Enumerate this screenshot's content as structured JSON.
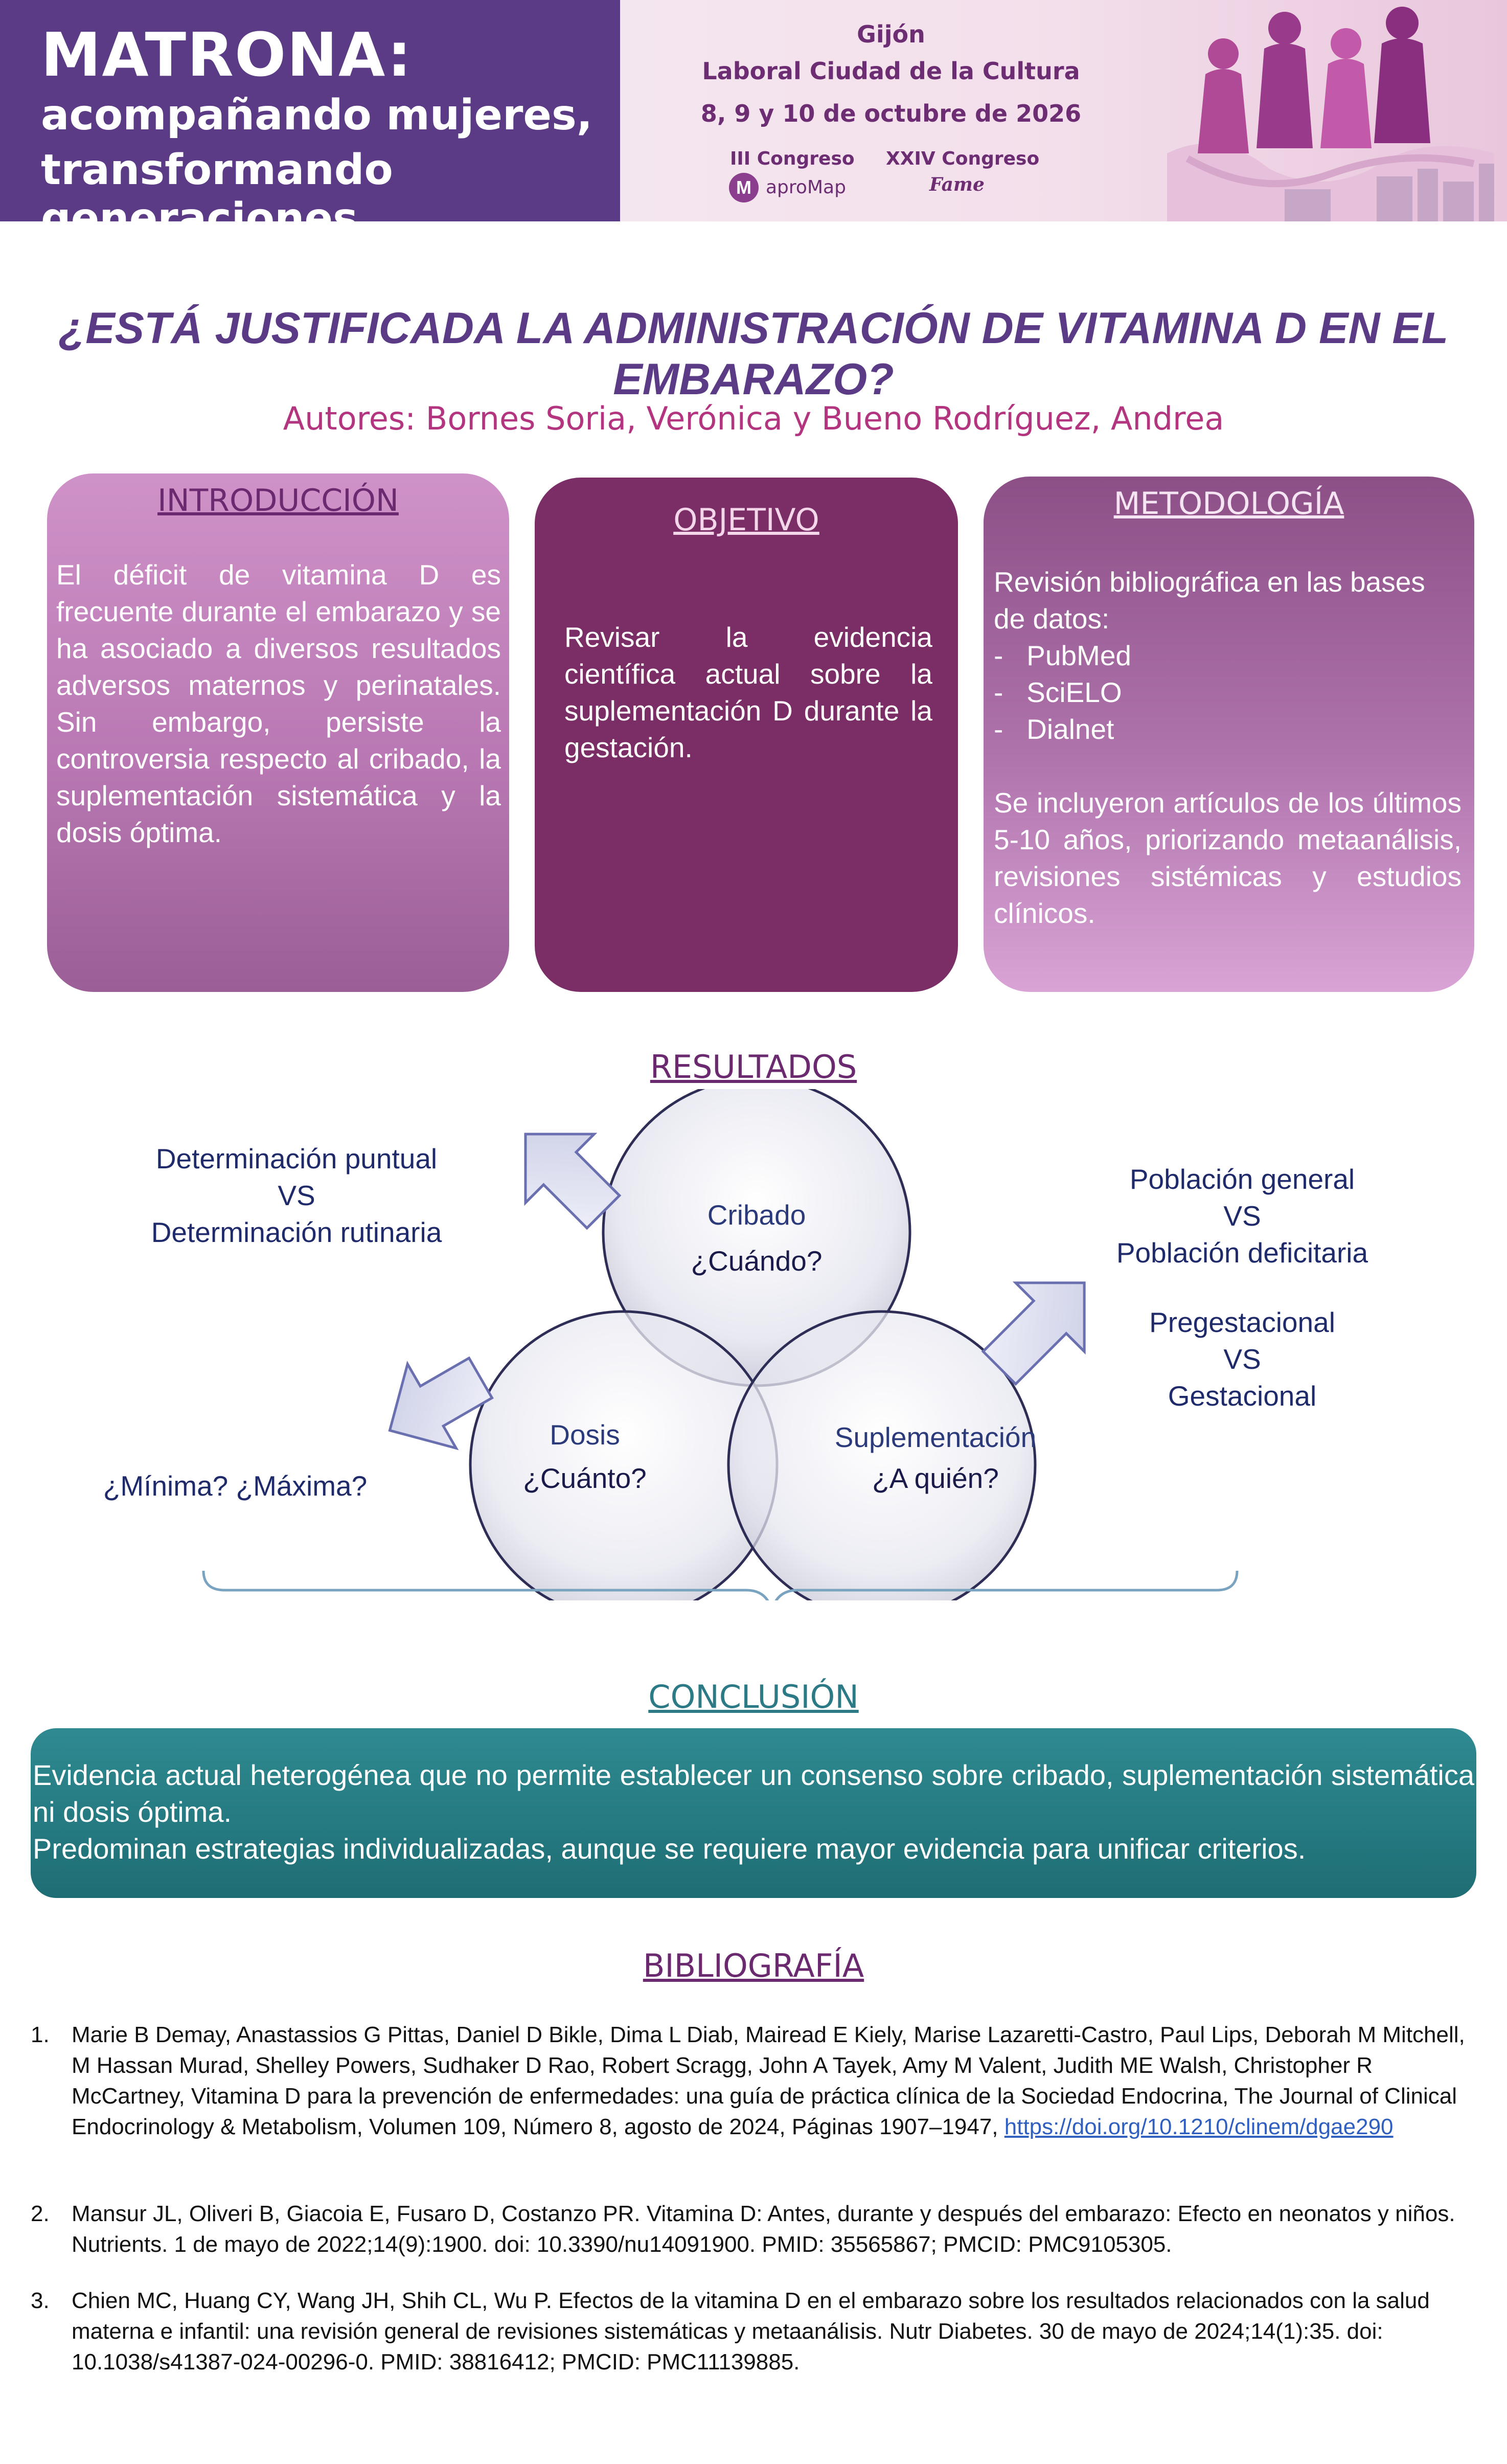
{
  "banner": {
    "title": "MATRONA:",
    "subtitle_1": "acompañando mujeres,",
    "subtitle_2": "transformando generaciones",
    "city": "Gijón",
    "venue": "Laboral Ciudad de la Cultura",
    "dates": "8, 9 y 10 de octubre de 2026",
    "congress_1": "III Congreso",
    "congress_1_org": "aproMap",
    "congress_2": "XXIV Congreso",
    "congress_2_org": "Fame",
    "colors": {
      "left": "#5b3a86",
      "right": "#f3dfeb",
      "accent": "#6d2d73"
    }
  },
  "title": "¿ESTÁ JUSTIFICADA LA ADMINISTRACIÓN DE VITAMINA D EN EL EMBARAZO?",
  "authors": "Autores: Bornes Soria, Verónica y Bueno Rodríguez, Andrea",
  "introduccion": {
    "heading": "INTRODUCCIÓN",
    "text": "El déficit de vitamina D es frecuente durante el embarazo y se ha asociado a diversos resultados adversos maternos y perinatales. Sin embargo, persiste la controversia respecto al cribado, la suplementación sistemática y la dosis óptima."
  },
  "objetivo": {
    "heading": "OBJETIVO",
    "text": "Revisar la evidencia científica actual sobre la suplementación D durante la gestación."
  },
  "metodologia": {
    "heading": "METODOLOGÍA",
    "intro": "Revisión bibliográfica en las bases de datos:",
    "databases": [
      "PubMed",
      "SciELO",
      "Dialnet"
    ],
    "text": "Se incluyeron artículos de los últimos 5-10 años, priorizando metaanálisis, revisiones sistémicas y estudios clínicos."
  },
  "resultados": {
    "heading": "RESULTADOS",
    "circles": [
      {
        "title": "Cribado",
        "question": "¿Cuándo?"
      },
      {
        "title": "Dosis",
        "question": "¿Cuánto?"
      },
      {
        "title": "Suplementación",
        "question": "¿A quién?"
      }
    ],
    "cribado_note": [
      "Determinación puntual",
      "VS",
      "Determinación rutinaria"
    ],
    "dosis_note": "¿Mínima? ¿Máxima?",
    "poblacion_note": [
      "Población general",
      "VS",
      "Población deficitaria"
    ],
    "gestacion_note": [
      "Pregestacional",
      "VS",
      "Gestacional"
    ]
  },
  "conclusion": {
    "heading": "CONCLUSIÓN",
    "text_1": "Evidencia actual heterogénea que no permite establecer un consenso sobre cribado, suplementación sistemática ni dosis óptima.",
    "text_2": "Predominan estrategias individualizadas, aunque se requiere mayor evidencia para unificar criterios."
  },
  "bibliografia": {
    "heading": "BIBLIOGRAFÍA",
    "items": [
      {
        "num": "1.",
        "text": "Marie B Demay, Anastassios G Pittas, Daniel D Bikle, Dima L Diab, Mairead E Kiely, Marise Lazaretti-Castro, Paul Lips, Deborah M Mitchell, M Hassan Murad, Shelley Powers, Sudhaker D Rao, Robert Scragg, John A Tayek, Amy M Valent, Judith ME Walsh, Christopher R McCartney, Vitamina D para la prevención de enfermedades: una guía de práctica clínica de la Sociedad Endocrina, The Journal of Clinical Endocrinology & Metabolism, Volumen 109, Número 8, agosto de 2024, Páginas 1907–1947,",
        "link": "https://doi.org/10.1210/clinem/dgae290"
      },
      {
        "num": "2.",
        "text": "Mansur JL, Oliveri B, Giacoia E, Fusaro D, Costanzo PR. Vitamina D: Antes, durante y después del embarazo: Efecto en neonatos y niños. Nutrients. 1 de mayo de 2022;14(9):1900. doi: 10.3390/nu14091900. PMID: 35565867; PMCID: PMC9105305."
      },
      {
        "num": "3.",
        "text": " Chien MC, Huang CY, Wang JH, Shih CL, Wu P. Efectos de la vitamina D en el embarazo sobre los resultados relacionados con la salud materna e infantil: una revisión general de revisiones sistemáticas y metaanálisis. Nutr Diabetes. 30 de mayo de 2024;14(1):35. doi: 10.1038/s41387-024-00296-0. PMID: 38816412; PMCID: PMC11139885."
      }
    ]
  }
}
